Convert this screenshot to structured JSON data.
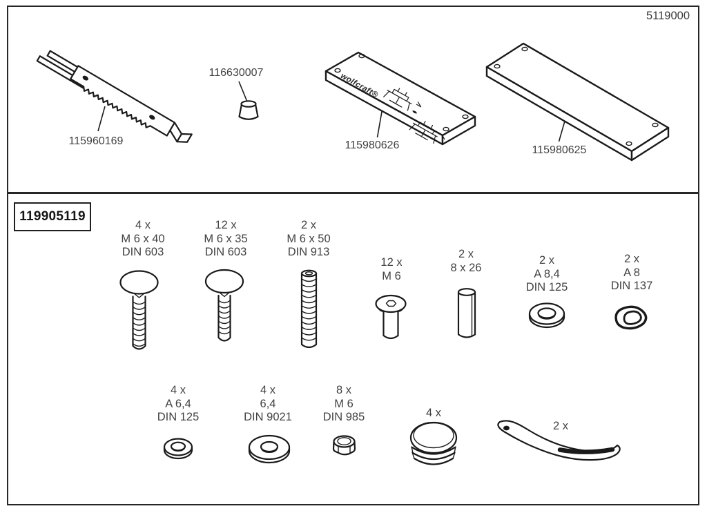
{
  "sheet": {
    "product_number": "5119000",
    "kit_number": "119905119"
  },
  "colors": {
    "line": "#1a1a1a",
    "text": "#424242",
    "frame": "#262626"
  },
  "top_parts": {
    "rail": {
      "part_number": "115960169"
    },
    "end_cap": {
      "part_number": "116630007"
    },
    "printed_plate": {
      "part_number": "115980626",
      "brand_print": "wolfcraft®"
    },
    "plain_plate": {
      "part_number": "115980625"
    }
  },
  "kit_items": {
    "row1": [
      {
        "qty": "4 x",
        "spec": "M 6 x 40",
        "din": "DIN 603"
      },
      {
        "qty": "12 x",
        "spec": "M 6 x 35",
        "din": "DIN 603"
      },
      {
        "qty": "2 x",
        "spec": "M 6 x 50",
        "din": "DIN 913"
      },
      {
        "qty": "12 x",
        "spec": "M 6",
        "din": ""
      },
      {
        "qty": "2 x",
        "spec": "8 x 26",
        "din": ""
      },
      {
        "qty": "2 x",
        "spec": "A 8,4",
        "din": "DIN 125"
      },
      {
        "qty": "2 x",
        "spec": "A 8",
        "din": "DIN 137"
      }
    ],
    "row2": [
      {
        "qty": "4 x",
        "spec": "A 6,4",
        "din": "DIN 125"
      },
      {
        "qty": "4 x",
        "spec": "6,4",
        "din": "DIN 9021"
      },
      {
        "qty": "8 x",
        "spec": "M 6",
        "din": "DIN 985"
      },
      {
        "qty": "4 x",
        "spec": "",
        "din": ""
      },
      {
        "qty": "2 x",
        "spec": "",
        "din": ""
      }
    ]
  }
}
